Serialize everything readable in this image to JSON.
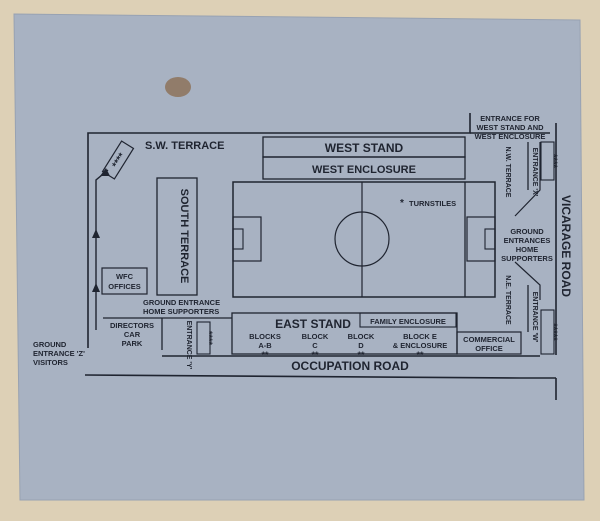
{
  "colors": {
    "card": "#a8b2c2",
    "ink": "#1f2430",
    "paper_bg": "#ddd0b6"
  },
  "labels": {
    "sw_terrace": "S.W. TERRACE",
    "west_stand": "WEST STAND",
    "west_enclosure": "WEST ENCLOSURE",
    "entrance_west_line1": "ENTRANCE FOR",
    "entrance_west_line2": "WEST STAND AND",
    "entrance_west_line3": "WEST ENCLOSURE",
    "turnstiles": "TURNSTILES",
    "south_terrace": "SOUTH TERRACE",
    "wfc_offices_line1": "WFC",
    "wfc_offices_line2": "OFFICES",
    "ground_entrance_home_line1": "GROUND ENTRANCE",
    "ground_entrance_home_line2": "HOME SUPPORTERS",
    "directors_line1": "DIRECTORS",
    "directors_line2": "CAR",
    "directors_line3": "PARK",
    "entrance_y": "ENTRANCE 'Y'",
    "east_stand": "EAST STAND",
    "family_enclosure": "FAMILY ENCLOSURE",
    "commercial_line1": "COMMERCIAL",
    "commercial_line2": "OFFICE",
    "blocks_ab_line1": "BLOCKS",
    "blocks_ab_line2": "A-B",
    "block_c_line1": "BLOCK",
    "block_c_line2": "C",
    "block_d_line1": "BLOCK",
    "block_d_line2": "D",
    "block_e_line1": "BLOCK E",
    "block_e_line2": "& ENCLOSURE",
    "occupation_road": "OCCUPATION ROAD",
    "vicarage_road": "VICARAGE ROAD",
    "nw_terrace": "N.W. TERRACE",
    "ne_terrace": "N.E. TERRACE",
    "entrance_x": "ENTRANCE 'X'",
    "entrance_w": "ENTRANCE 'W'",
    "ground_entrances_home_line1": "GROUND",
    "ground_entrances_home_line2": "ENTRANCES",
    "ground_entrances_home_line3": "HOME",
    "ground_entrances_home_line4": "SUPPORTERS",
    "ground_entrance_z_line1": "GROUND",
    "ground_entrance_z_line2": "ENTRANCE 'Z'",
    "ground_entrance_z_line3": "VISITORS",
    "stars_4": "****",
    "stars_5": "*****",
    "stars_2": "**"
  }
}
